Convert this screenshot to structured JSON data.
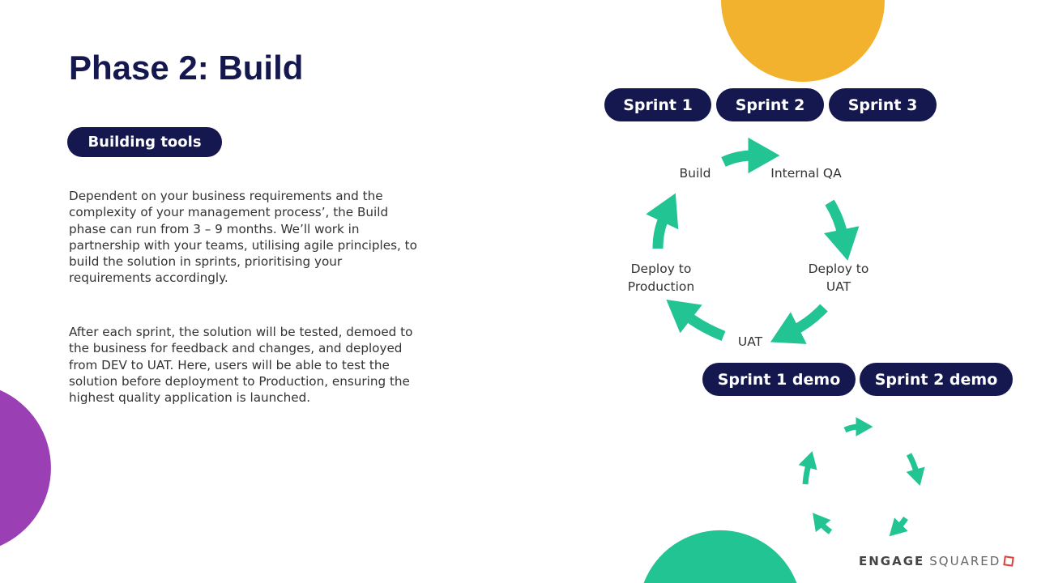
{
  "title": "Phase 2: Build",
  "section_badge": "Building tools",
  "paragraph1": [
    "Dependent on your business requirements and the",
    "complexity of your management process’, the Build",
    "phase can run from 3 – 9 months. We’ll work in",
    "partnership with your teams, utilising agile principles, to",
    "build the solution in sprints, prioritising your",
    "requirements accordingly."
  ],
  "paragraph2": [
    "After each sprint, the solution will be tested, demoed to",
    "the business for feedback and changes, and deployed",
    "from DEV to UAT. Here, users will be able to test the",
    "solution before deployment to Production, ensuring the",
    "highest quality application is launched."
  ],
  "sprints": [
    "Sprint 1",
    "Sprint 2",
    "Sprint 3"
  ],
  "demos": [
    "Sprint 1 demo",
    "Sprint 2 demo"
  ],
  "cycle": {
    "build": "Build",
    "internal_qa": "Internal QA",
    "deploy_uat_1": "Deploy to",
    "deploy_uat_2": "UAT",
    "uat": "UAT",
    "deploy_prod_1": "Deploy to",
    "deploy_prod_2": "Production"
  },
  "logo": {
    "bold": "ENGAGE",
    "light": "SQUARED"
  },
  "colors": {
    "navy": "#14184F",
    "orange": "#F2B22E",
    "purple": "#9B3FB5",
    "green": "#22C493",
    "logo_red": "#E0403A"
  }
}
